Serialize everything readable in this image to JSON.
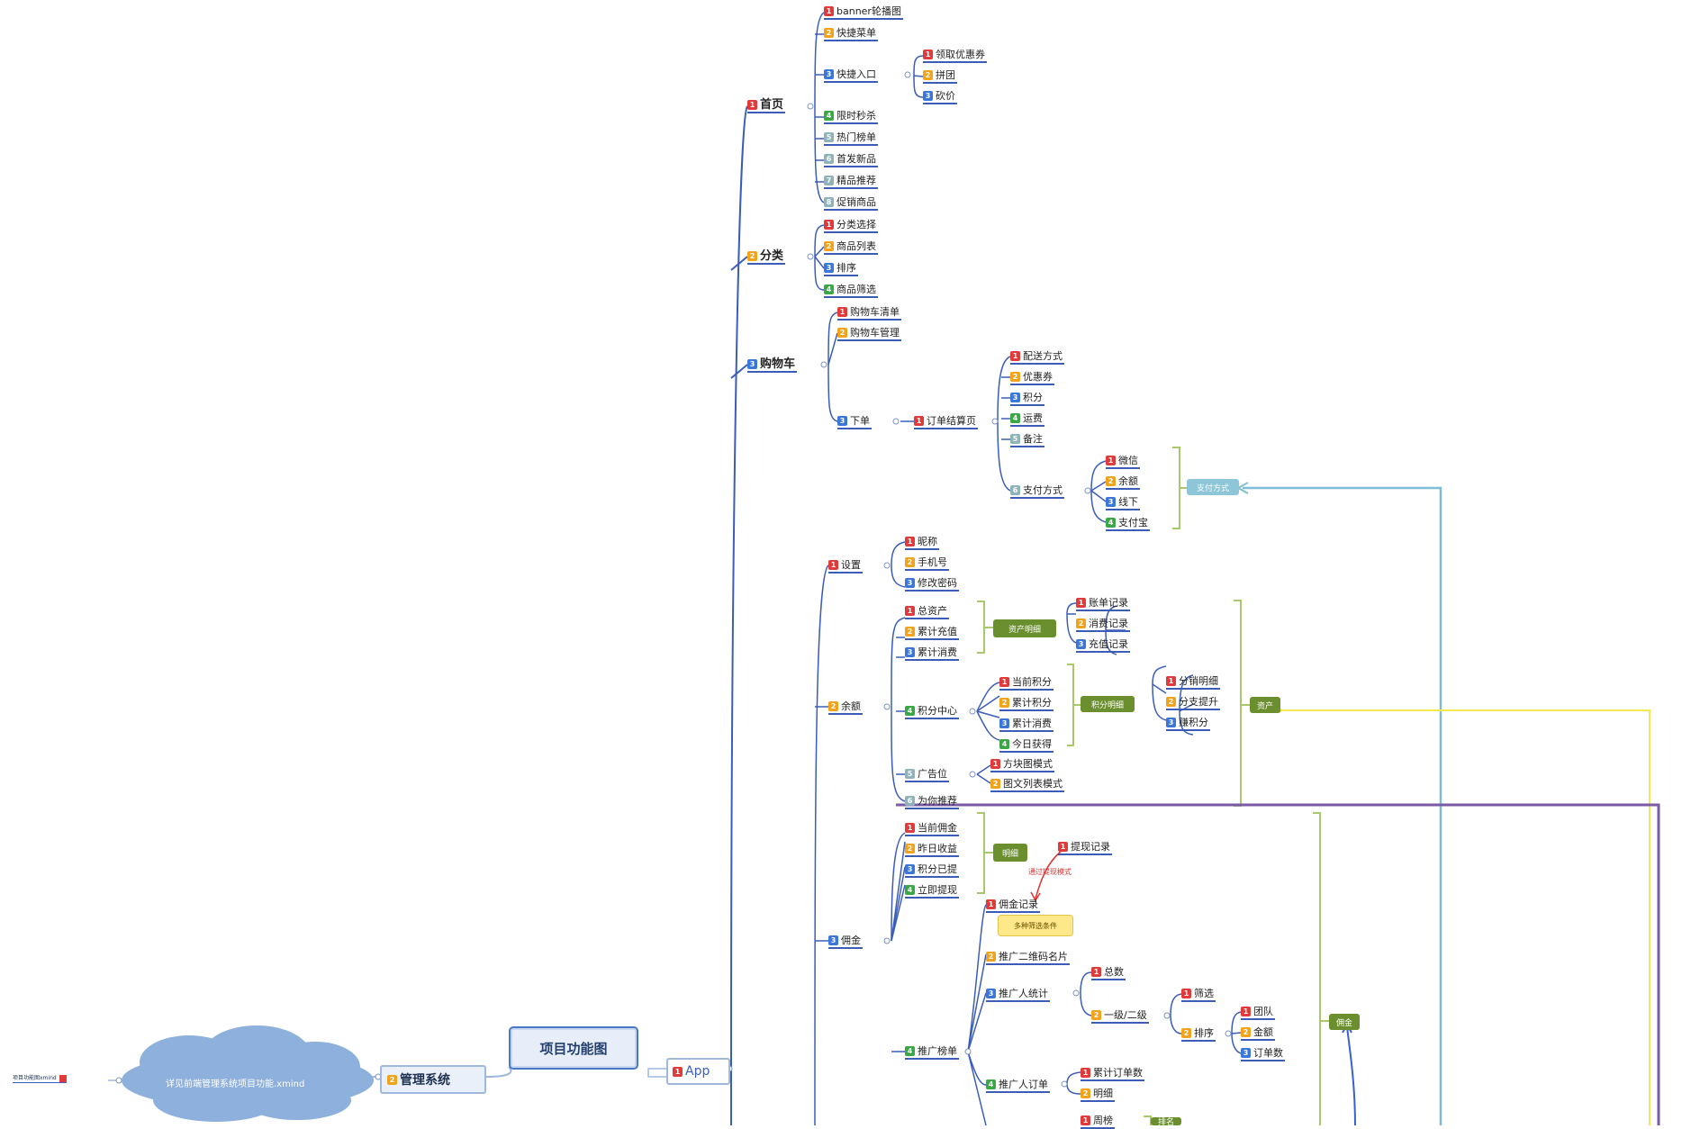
{
  "title": "项目功能图",
  "root": {
    "file_label": "项目功能图xmind",
    "cloud_label": "详见前端管理系统项目功能.xmind",
    "system_label": "管理系统",
    "system_badge": "2",
    "app_label": "App",
    "app_badge": "1"
  },
  "colors": {
    "c1": "#e03a3a",
    "c2": "#f2a31b",
    "c3": "#3b76d9",
    "c4": "#39a845",
    "c5": "#8fb3b8",
    "green_box": "#6b8e2f",
    "teal_box": "#8cc6d8",
    "line_blue": "#3b5db8"
  },
  "nodes": {
    "home": {
      "badge": "1",
      "label": "首页"
    },
    "home_banner": {
      "badge": "1",
      "label": "banner轮播图"
    },
    "home_menu": {
      "badge": "2",
      "label": "快捷菜单"
    },
    "home_entry": {
      "badge": "3",
      "label": "快捷入口"
    },
    "home_entry_coupon": {
      "badge": "1",
      "label": "领取优惠券"
    },
    "home_entry_group": {
      "badge": "2",
      "label": "拼团"
    },
    "home_entry_bargain": {
      "badge": "3",
      "label": "砍价"
    },
    "home_flash": {
      "badge": "4",
      "label": "限时秒杀"
    },
    "home_hot": {
      "badge": "5",
      "label": "热门榜单"
    },
    "home_first": {
      "badge": "6",
      "label": "首发新品"
    },
    "home_pick": {
      "badge": "7",
      "label": "精品推荐"
    },
    "home_promo": {
      "badge": "8",
      "label": "促销商品"
    },
    "cat": {
      "badge": "2",
      "label": "分类"
    },
    "cat_sel": {
      "badge": "1",
      "label": "分类选择"
    },
    "cat_list": {
      "badge": "2",
      "label": "商品列表"
    },
    "cat_sort": {
      "badge": "3",
      "label": "排序"
    },
    "cat_filter": {
      "badge": "4",
      "label": "商品筛选"
    },
    "cart": {
      "badge": "3",
      "label": "购物车"
    },
    "cart_list": {
      "badge": "1",
      "label": "购物车清单"
    },
    "cart_manage": {
      "badge": "2",
      "label": "购物车管理"
    },
    "cart_order": {
      "badge": "3",
      "label": "下单"
    },
    "order_confirm": {
      "badge": "1",
      "label": "订单结算页"
    },
    "oc_ship": {
      "badge": "1",
      "label": "配送方式"
    },
    "oc_coupon": {
      "badge": "2",
      "label": "优惠券"
    },
    "oc_points": {
      "badge": "3",
      "label": "积分"
    },
    "oc_fee": {
      "badge": "4",
      "label": "运费"
    },
    "oc_note": {
      "badge": "5",
      "label": "备注"
    },
    "oc_pay": {
      "badge": "6",
      "label": "支付方式"
    },
    "pay_wx": {
      "badge": "1",
      "label": "微信"
    },
    "pay_bal": {
      "badge": "2",
      "label": "余额"
    },
    "pay_off": {
      "badge": "3",
      "label": "线下"
    },
    "pay_ali": {
      "badge": "4",
      "label": "支付宝"
    },
    "pay_box": {
      "label": "支付方式"
    },
    "set": {
      "badge": "1",
      "label": "设置"
    },
    "set_nick": {
      "badge": "1",
      "label": "昵称"
    },
    "set_phone": {
      "badge": "2",
      "label": "手机号"
    },
    "set_pwd": {
      "badge": "3",
      "label": "修改密码"
    },
    "bal": {
      "badge": "2",
      "label": "余额"
    },
    "bal_total": {
      "badge": "1",
      "label": "总资产"
    },
    "bal_recharge": {
      "badge": "2",
      "label": "累计充值"
    },
    "bal_spend": {
      "badge": "3",
      "label": "累计消费"
    },
    "asset_detail": {
      "label": "资产明细"
    },
    "ad_bill": {
      "badge": "1",
      "label": "账单记录"
    },
    "ad_spend": {
      "badge": "2",
      "label": "消费记录"
    },
    "ad_recharge": {
      "badge": "3",
      "label": "充值记录"
    },
    "pts_center": {
      "badge": "4",
      "label": "积分中心"
    },
    "pts_now": {
      "badge": "1",
      "label": "当前积分"
    },
    "pts_total": {
      "badge": "2",
      "label": "累计积分"
    },
    "pts_spend": {
      "badge": "3",
      "label": "累计消费"
    },
    "pts_today": {
      "badge": "4",
      "label": "今日获得"
    },
    "pts_detail": {
      "label": "积分明细"
    },
    "pd_share": {
      "badge": "1",
      "label": "分销明细"
    },
    "pd_up": {
      "badge": "2",
      "label": "分支提升"
    },
    "pd_pts": {
      "badge": "3",
      "label": "赚积分"
    },
    "asset_box": {
      "label": "资产"
    },
    "ad_slot": {
      "badge": "5",
      "label": "广告位"
    },
    "ad_sq": {
      "badge": "1",
      "label": "方块图模式"
    },
    "ad_list": {
      "badge": "2",
      "label": "图文列表模式"
    },
    "rec": {
      "badge": "6",
      "label": "为你推荐"
    },
    "comm": {
      "badge": "3",
      "label": "佣金"
    },
    "comm_cur": {
      "badge": "1",
      "label": "当前佣金"
    },
    "comm_yday": {
      "badge": "2",
      "label": "昨日收益"
    },
    "comm_pts": {
      "badge": "3",
      "label": "积分已提"
    },
    "comm_wd": {
      "badge": "4",
      "label": "立即提现"
    },
    "detail_box": {
      "label": "明细"
    },
    "wd_record": {
      "badge": "1",
      "label": "提现记录"
    },
    "red_note": "通过提现模式",
    "comm_record": {
      "badge": "1",
      "label": "佣金记录"
    },
    "callout": "多种筛选条件",
    "promo_card": {
      "badge": "2",
      "label": "推广二维码名片"
    },
    "promo_stats": {
      "badge": "3",
      "label": "推广人统计"
    },
    "ps_total": {
      "badge": "1",
      "label": "总数"
    },
    "ps_level": {
      "badge": "2",
      "label": "一级/二级"
    },
    "ps_filter": {
      "badge": "1",
      "label": "筛选"
    },
    "ps_sort": {
      "badge": "2",
      "label": "排序"
    },
    "sort_team": {
      "badge": "1",
      "label": "团队"
    },
    "sort_amt": {
      "badge": "2",
      "label": "金额"
    },
    "sort_orders": {
      "badge": "3",
      "label": "订单数"
    },
    "promo_rank": {
      "badge": "4",
      "label": "推广榜单"
    },
    "promo_orders": {
      "badge": "4",
      "label": "推广人订单"
    },
    "po_total": {
      "badge": "1",
      "label": "累计订单数"
    },
    "po_detail": {
      "badge": "2",
      "label": "明细"
    },
    "po_more": {
      "badge": "1",
      "label": "周榜"
    },
    "rank_box": {
      "label": "排名"
    },
    "comm_box": {
      "label": "佣金"
    }
  }
}
